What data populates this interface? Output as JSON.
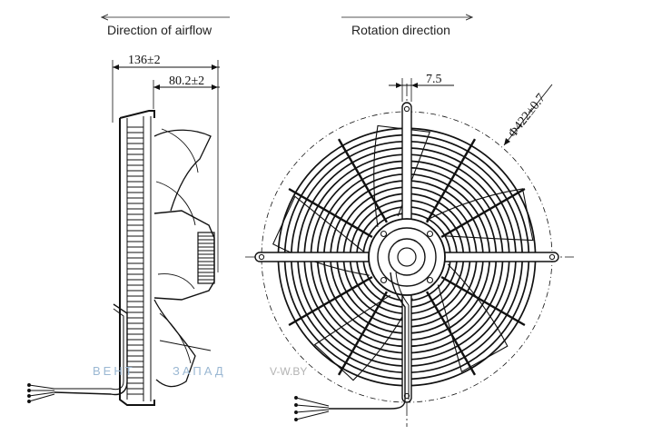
{
  "labels": {
    "airflow": "Direction of airflow",
    "rotation": "Rotation direction"
  },
  "dimensions": {
    "depth_total": "136±2",
    "depth_partial": "80.2±2",
    "offset": "7.5",
    "diameter": "Φ422±0.7"
  },
  "watermark": {
    "brand_a": "ВЕНТ",
    "brand_b": "ЗАПАД",
    "domain": "V-W.BY"
  },
  "colors": {
    "line": "#111111",
    "watermark_blue": "#9bb8d3",
    "watermark_grey": "#b3b3b3"
  }
}
